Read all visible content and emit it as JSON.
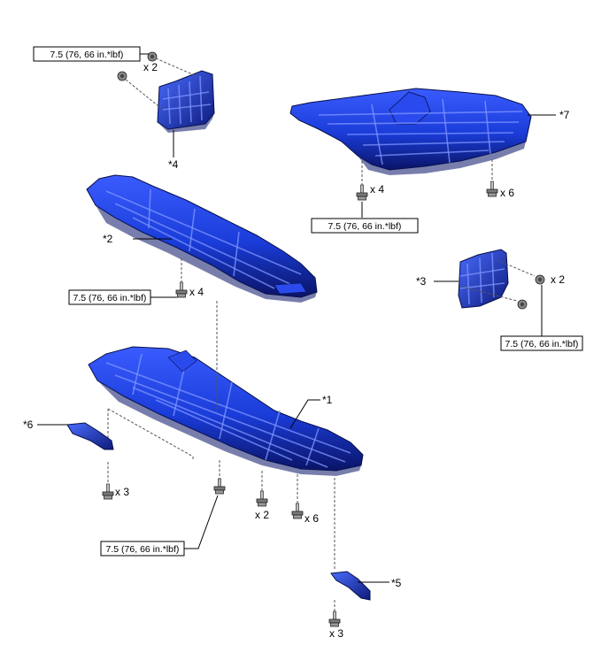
{
  "colors": {
    "part_blue": "#1a3cd8",
    "part_dark": "#0a1466",
    "part_light": "#7f95ff",
    "bolt_grey": "#888888"
  },
  "torque_spec": "7.5 (76, 66 in.*lbf)",
  "parts": {
    "p1": "*1",
    "p2": "*2",
    "p3": "*3",
    "p4": "*4",
    "p5": "*5",
    "p6": "*6",
    "p7": "*7"
  },
  "quantities": {
    "q_p4_top": "x 2",
    "q_p7_left": "x 4",
    "q_p7_right": "x 6",
    "q_p2": "x 4",
    "q_p3": "x 2",
    "q_p6": "x 3",
    "q_p1_x2": "x 2",
    "q_p1_x6": "x 6",
    "q_p5": "x 3"
  }
}
